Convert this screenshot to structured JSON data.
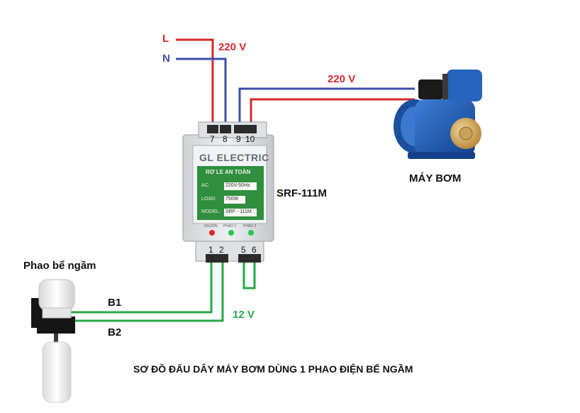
{
  "labels": {
    "line_l": "L",
    "line_n": "N",
    "voltage_input": "220 V",
    "voltage_pump": "220 V",
    "voltage_float": "12 V",
    "pump": "MÁY BƠM",
    "model": "SRF-111M",
    "float_title": "Phao bể ngầm",
    "wire_b1": "B1",
    "wire_b2": "B2",
    "caption": "SƠ ĐỒ ĐẤU DÂY MÁY BƠM DÙNG 1 PHAO ĐIỆN BỂ NGẦM"
  },
  "device": {
    "brand": "GL ELECTRIC",
    "product": "RƠ LE AN TOÀN",
    "rows": [
      {
        "key": "AC:",
        "value": "220V-50Hz"
      },
      {
        "key": "LOAD:",
        "value": "750W"
      },
      {
        "key": "MODEL:",
        "value": "SRF - 111M"
      }
    ],
    "leds": [
      "NGUỒN",
      "PHAO 1",
      "PHAO 2"
    ],
    "top_terminals": [
      "7",
      "8",
      "9",
      "10"
    ],
    "bottom_terminals": [
      "1",
      "2",
      "5",
      "6"
    ]
  },
  "colors": {
    "live": "#d42a2a",
    "neutral": "#3b4fb0",
    "low_voltage": "#2aa84a",
    "label_live": "#d42a2a",
    "label_neutral": "#3b4fb0",
    "label_green": "#2aa84a",
    "panel_green": "#2f8f3f"
  }
}
